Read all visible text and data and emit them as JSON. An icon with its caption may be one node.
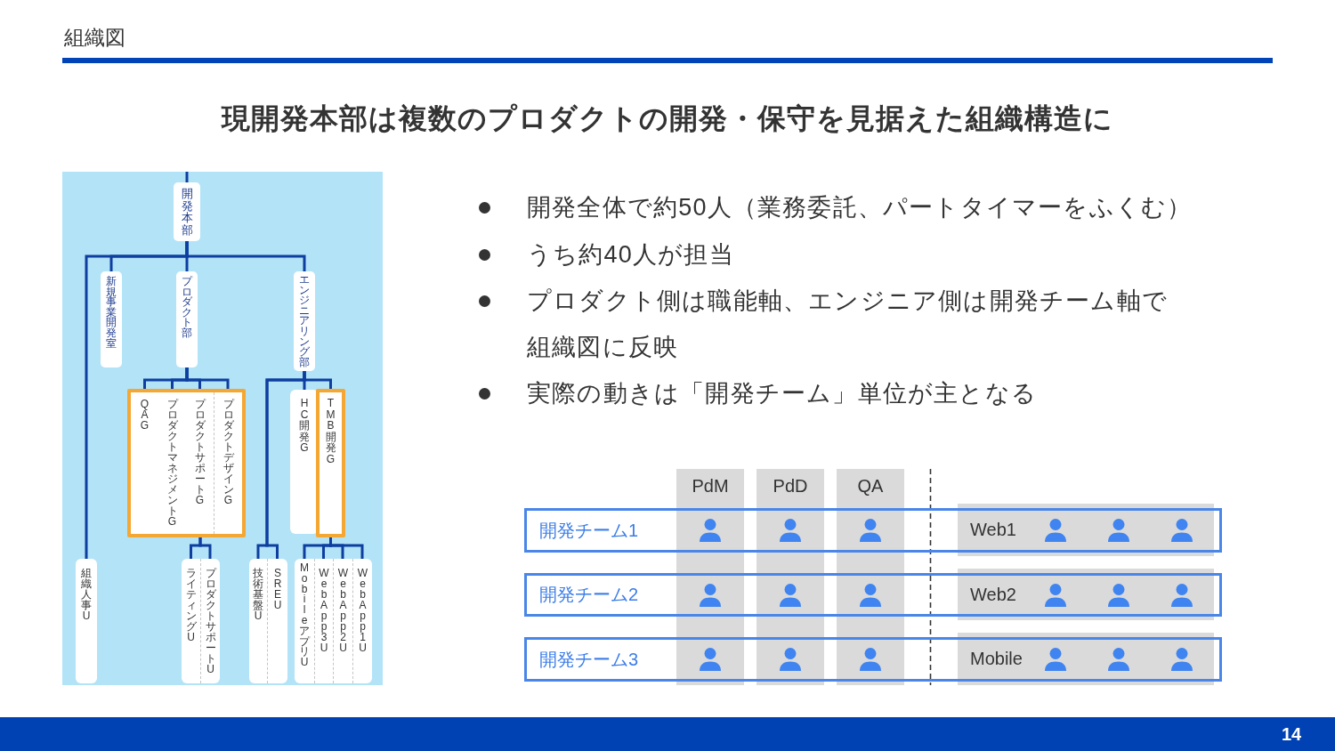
{
  "diagram": {
    "title": "組織図",
    "nodes": [
      {
        "text": [
          "開発本部"
        ]
      },
      {
        "text": [
          "新規事業開発室"
        ]
      },
      {
        "text": [
          "プロダクト部"
        ]
      },
      {
        "text": [
          "エンジニアリング部"
        ]
      },
      {
        "text": [],
        "shape": "box"
      },
      {
        "text": [
          "QAG"
        ],
        "in": 4
      },
      {
        "text": [
          "プロダクトマネジメントG"
        ],
        "in": 4
      },
      {
        "text": [
          "プロダクトサポートG"
        ],
        "in": 4
      },
      {
        "text": [
          "プロダクトデザインG"
        ],
        "in": 4
      },
      {
        "text": [
          "HC開発G"
        ]
      },
      {
        "text": [
          "TMB開発G"
        ]
      },
      {
        "text": [
          "組織人事U"
        ]
      },
      {
        "text": [],
        "shape": "box"
      },
      {
        "text": [
          "ライティングU"
        ],
        "in": 12
      },
      {
        "text": [
          "プロダクトサポートU"
        ],
        "in": 12
      },
      {
        "text": [],
        "shape": "box"
      },
      {
        "text": [
          "技術基盤U"
        ],
        "in": 15
      },
      {
        "text": [
          "SREU"
        ],
        "in": 15
      },
      {
        "text": [],
        "shape": "box"
      },
      {
        "text": [
          "MobileアプリU"
        ],
        "in": 18
      },
      {
        "text": [
          "WebApp3U"
        ],
        "in": 18
      },
      {
        "text": [
          "WebApp2U"
        ],
        "in": 18
      },
      {
        "text": [
          "WebApp1U"
        ],
        "in": 18
      },
      {
        "text": [
          "PdM"
        ]
      },
      {
        "text": [
          "PdD"
        ]
      },
      {
        "text": [
          "QA"
        ]
      },
      {
        "text": [
          "開発チーム1"
        ]
      },
      {
        "text": [
          "Web1"
        ]
      },
      {
        "text": [
          "開発チーム2"
        ]
      },
      {
        "text": [
          "Web2"
        ]
      },
      {
        "text": [
          "開発チーム3"
        ]
      },
      {
        "text": [
          "Mobile"
        ]
      }
    ],
    "edges": [
      {
        "from": null,
        "to": 0,
        "arrow": "none"
      },
      {
        "from": 0,
        "to": 1,
        "arrow": "none"
      },
      {
        "from": 0,
        "to": 2,
        "arrow": "none"
      },
      {
        "from": 0,
        "to": 3,
        "arrow": "none"
      },
      {
        "from": 0,
        "to": 11,
        "arrow": "none"
      },
      {
        "from": 2,
        "to": 5,
        "arrow": "none"
      },
      {
        "from": 2,
        "to": 6,
        "arrow": "none"
      },
      {
        "from": 2,
        "to": 7,
        "arrow": "none"
      },
      {
        "from": 2,
        "to": 8,
        "arrow": "none"
      },
      {
        "from": 3,
        "to": 9,
        "arrow": "none"
      },
      {
        "from": 3,
        "to": 10,
        "arrow": "none"
      },
      {
        "from": 3,
        "to": 16,
        "arrow": "none"
      },
      {
        "from": 3,
        "to": 17,
        "arrow": "none"
      },
      {
        "from": 4,
        "to": 13,
        "arrow": "none"
      },
      {
        "from": 4,
        "to": 14,
        "arrow": "none"
      },
      {
        "from": 10,
        "to": 19,
        "arrow": "none"
      },
      {
        "from": 10,
        "to": 20,
        "arrow": "none"
      },
      {
        "from": 10,
        "to": 21,
        "arrow": "none"
      },
      {
        "from": 10,
        "to": 22,
        "arrow": "none"
      }
    ],
    "labels": [
      "現開発本部は複数のプロダクトの開発・保守を見据えた組織構造に",
      "開発全体で約50人（業務委託、パートタイマーをふくむ）",
      "うち約40人が担当",
      "プロダクト側は職能軸、エンジニア側は開発チーム軸で組織図に反映",
      "実際の動きは「開発チーム」単位が主となる",
      "14"
    ]
  }
}
